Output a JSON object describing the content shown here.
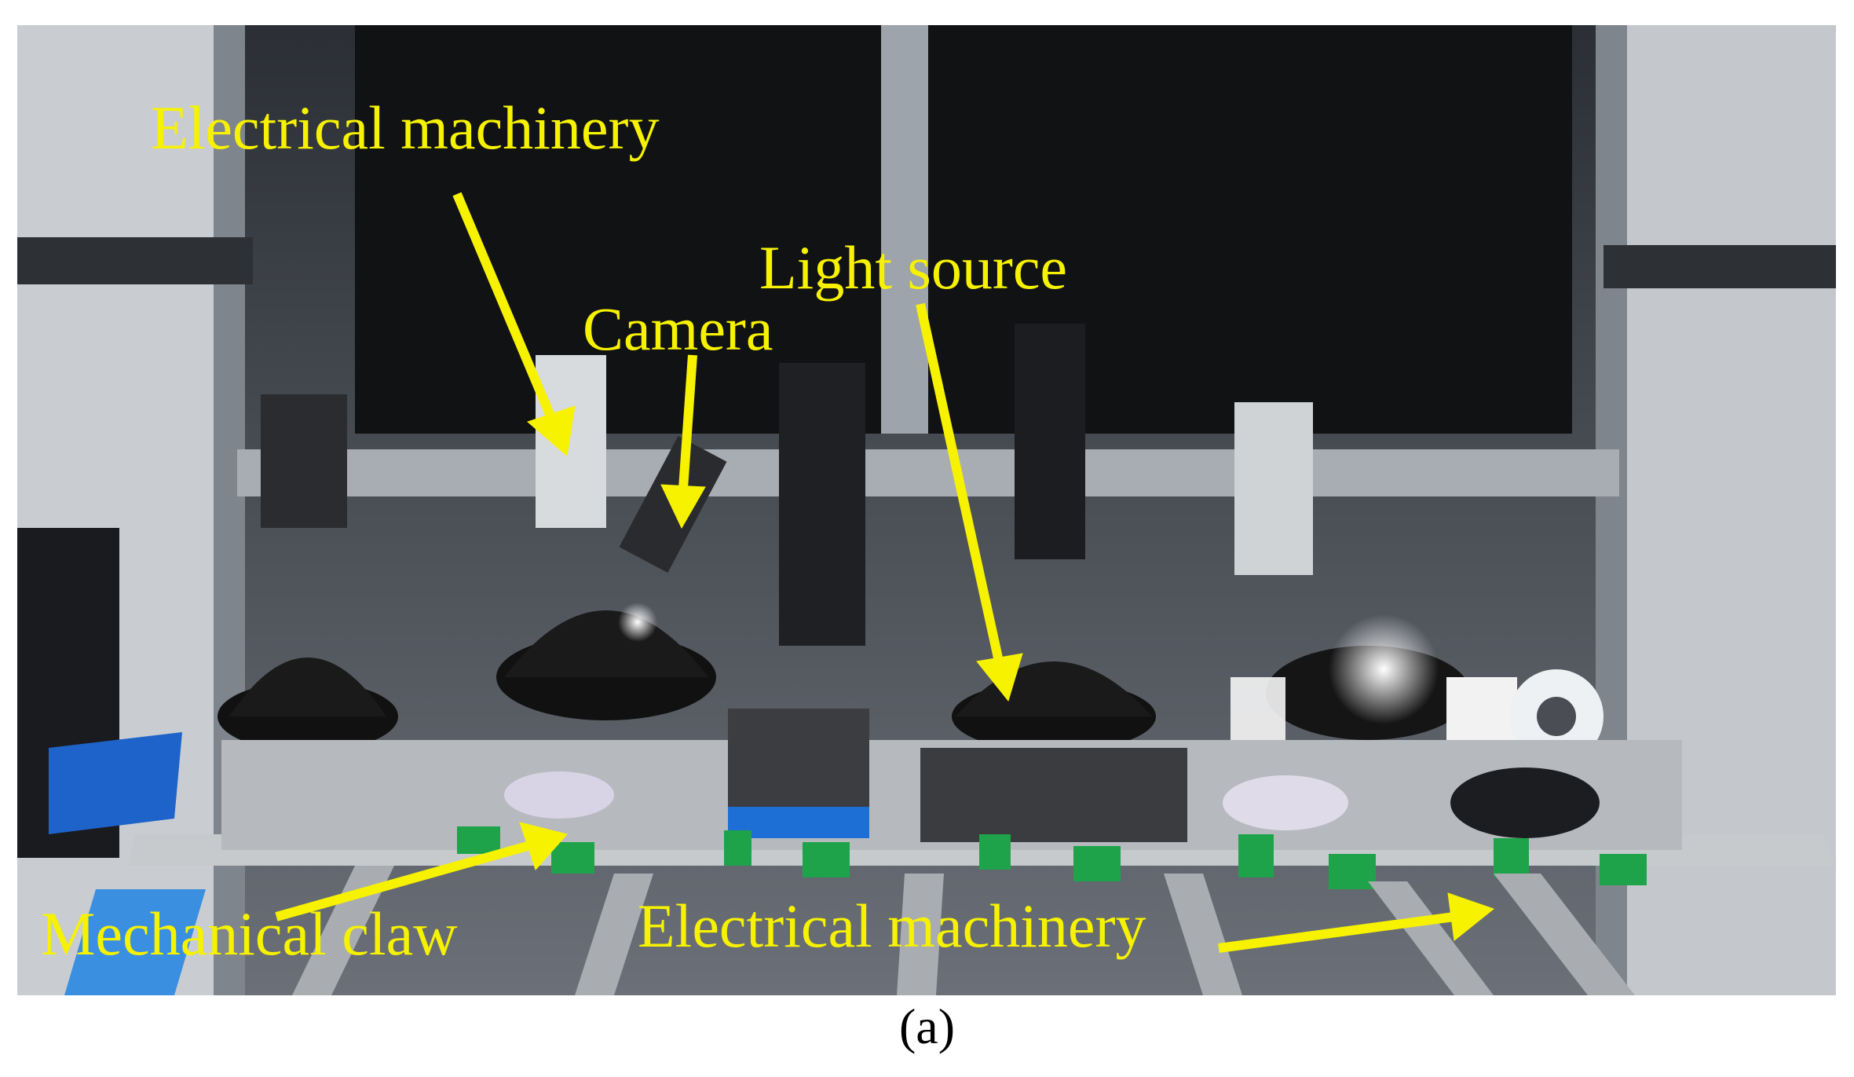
{
  "figure": {
    "labels": {
      "electrical_machinery_top": "Electrical machinery",
      "camera": "Camera",
      "light_source": "Light source",
      "mechanical_claw": "Mechanical claw",
      "electrical_machinery_bottom": "Electrical machinery"
    },
    "caption": "(a)",
    "colors": {
      "annotation": "#f7f200",
      "frame": "#b9bec4",
      "claw": "#1fa34a",
      "conveyor": "#1e63c9"
    }
  }
}
